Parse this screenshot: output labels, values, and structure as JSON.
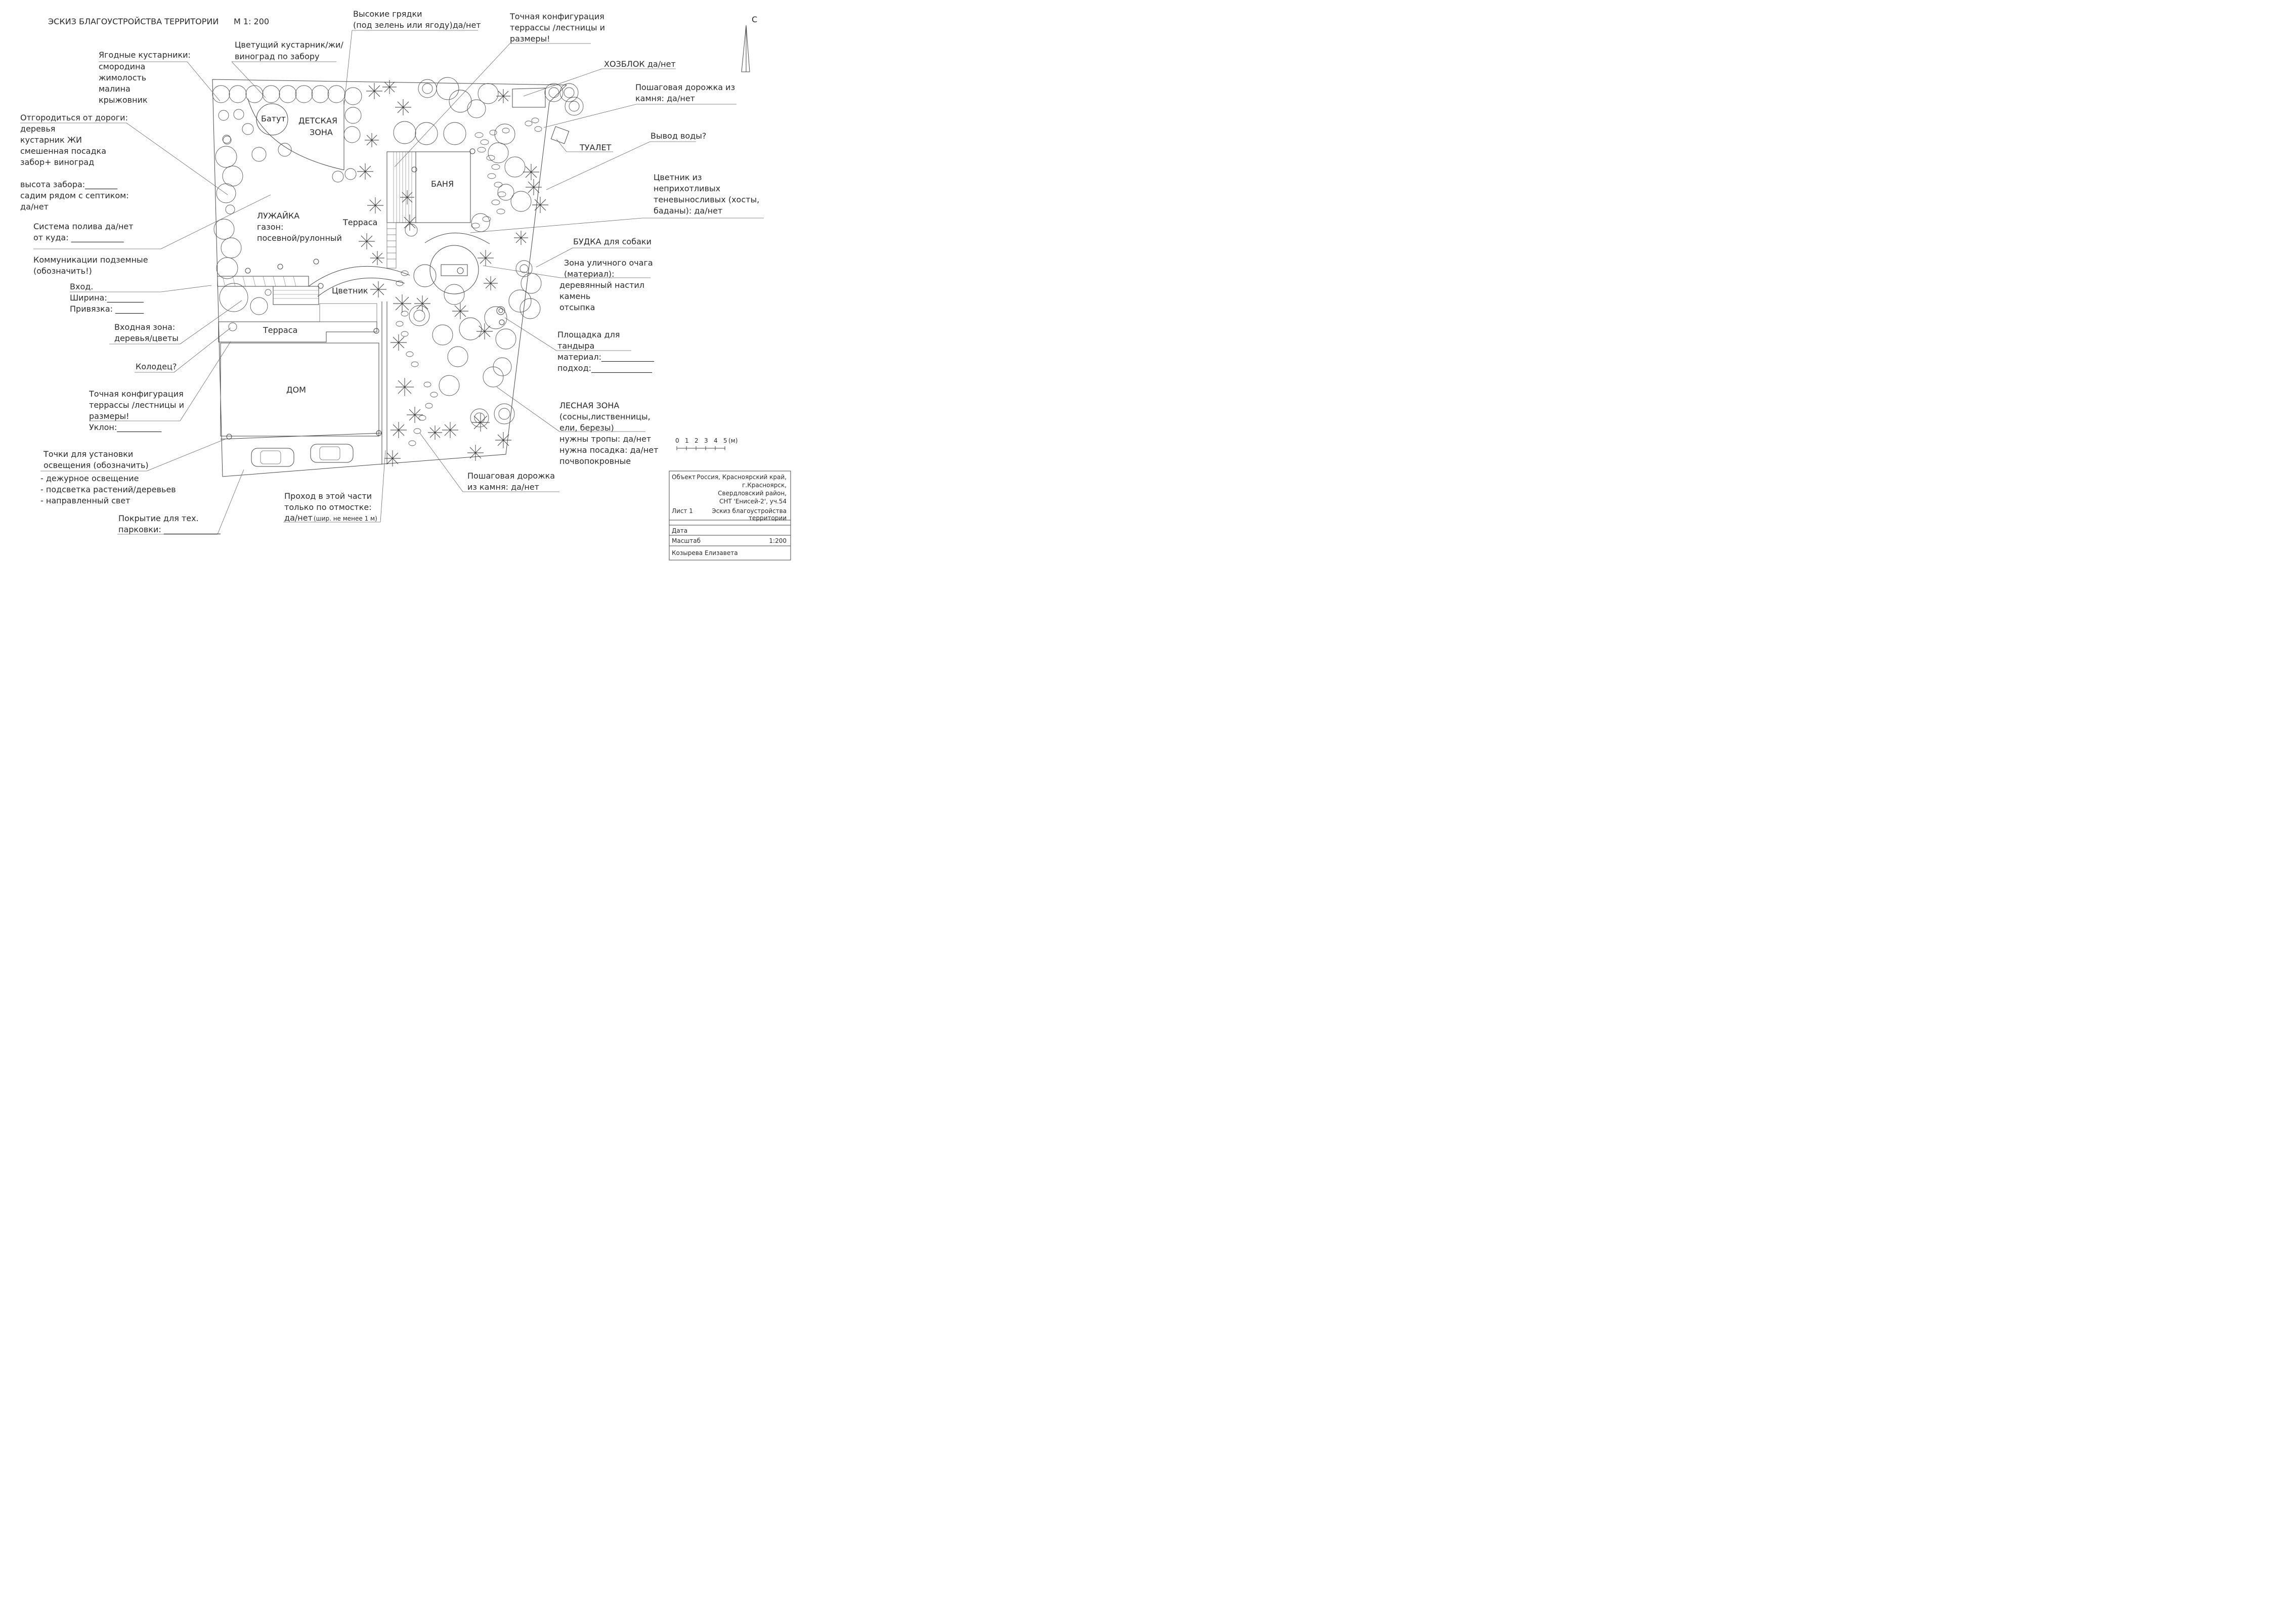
{
  "title": "ЭСКИЗ БЛАГОУСТРОЙСТВА ТЕРРИТОРИИ",
  "scale_label": "М 1: 200",
  "north_letter": "С",
  "zones": {
    "batut": "Батут",
    "kids_1": "ДЕТСКАЯ",
    "kids_2": "ЗОНА",
    "lawn_1": "ЛУЖАЙКА",
    "lawn_2": "газон:",
    "lawn_3": "посевной/рулонный",
    "terrace_top": "Терраса",
    "banya": "БАНЯ",
    "flowerbed": "Цветник",
    "terrace_house": "Терраса",
    "house": "ДОМ"
  },
  "notes": {
    "berries": [
      "Ягодные кустарники:",
      "смородина",
      "жимолость",
      "малина",
      "крыжовник"
    ],
    "flowering": [
      "Цветущий кустарник/жи/",
      "виноград по забору"
    ],
    "beds": [
      "Высокие грядки",
      "(под зелень или ягоду)да/нет"
    ],
    "terrace_cfg_top": [
      "Точная конфигурация",
      "террассы /лестницы и",
      "размеры!"
    ],
    "road": [
      "Отгородиться от дороги:",
      "деревья",
      "кустарник ЖИ",
      "смешенная посадка",
      "забор+ виноград",
      "",
      "высота забора:________",
      "садим рядом с септиком:",
      "да/нет"
    ],
    "hozblok": [
      "ХОЗБЛОК да/нет"
    ],
    "stone_path_top": [
      "Пошаговая дорожка из",
      "камня: да/нет"
    ],
    "toilet": [
      "ТУАЛЕТ"
    ],
    "water": [
      "Вывод воды?"
    ],
    "shade_bed": [
      "Цветник из",
      "неприхотливых",
      "теневыносливых (хосты,",
      "баданы): да/нет"
    ],
    "irrigation": [
      "Система полива да/нет",
      "от куда: _____________"
    ],
    "utilities": [
      "Коммуникации подземные",
      "(обозначить!)"
    ],
    "dog": [
      "БУДКА для собаки"
    ],
    "hearth": [
      "Зона уличного очага",
      "(материал):",
      "деревянный настил",
      "камень",
      "отсыпка"
    ],
    "entrance": [
      "Вход.",
      "Ширина:_________",
      "Привязка: _______"
    ],
    "entry_zone": [
      "Входная зона:",
      "деревья/цветы"
    ],
    "tandyr": [
      "Площадка для",
      "тандыра",
      "материал:_____________",
      "подход:_______________"
    ],
    "well": [
      "Колодец?"
    ],
    "terrace_cfg_bottom": [
      "Точная конфигурация",
      "террассы /лестницы и",
      "размеры!",
      "Уклон:___________"
    ],
    "forest": [
      "ЛЕСНАЯ ЗОНА",
      "(сосны,лиственницы,",
      "ели, березы)",
      "нужны тропы: да/нет",
      "нужна посадка: да/нет",
      "почвопокровные"
    ],
    "lighting": [
      "Точки для установки",
      "освещения (обозначить)",
      "- дежурное освещение",
      "- подсветка растений/деревьев",
      "- направленный свет"
    ],
    "passage_1": "Проход в этой части",
    "passage_2": "только по отмостке:",
    "passage_3": "да/нет",
    "passage_small": "(шир. не менее 1 м)",
    "stone_path_bottom": [
      "Пошаговая дорожка",
      "из камня: да/нет"
    ],
    "parking": [
      "Покрытие для тех.",
      "парковки: ______________"
    ]
  },
  "scale_bar": {
    "ticks": [
      "0",
      "1",
      "2",
      "3",
      "4",
      "5"
    ],
    "unit": "(м)"
  },
  "title_block": {
    "object_label": "Объект",
    "object_value": [
      "Россия, Красноярский край,",
      "г.Красноярск,",
      "Свердловский район,",
      "СНТ 'Енисей-2', уч.54"
    ],
    "sheet_label": "Лист 1",
    "sheet_value": [
      "Эскиз благоустройства",
      "территории"
    ],
    "date_label": "Дата",
    "scale_label": "Масштаб",
    "scale_value": "1:200",
    "author": "Козырева Елизавета"
  }
}
